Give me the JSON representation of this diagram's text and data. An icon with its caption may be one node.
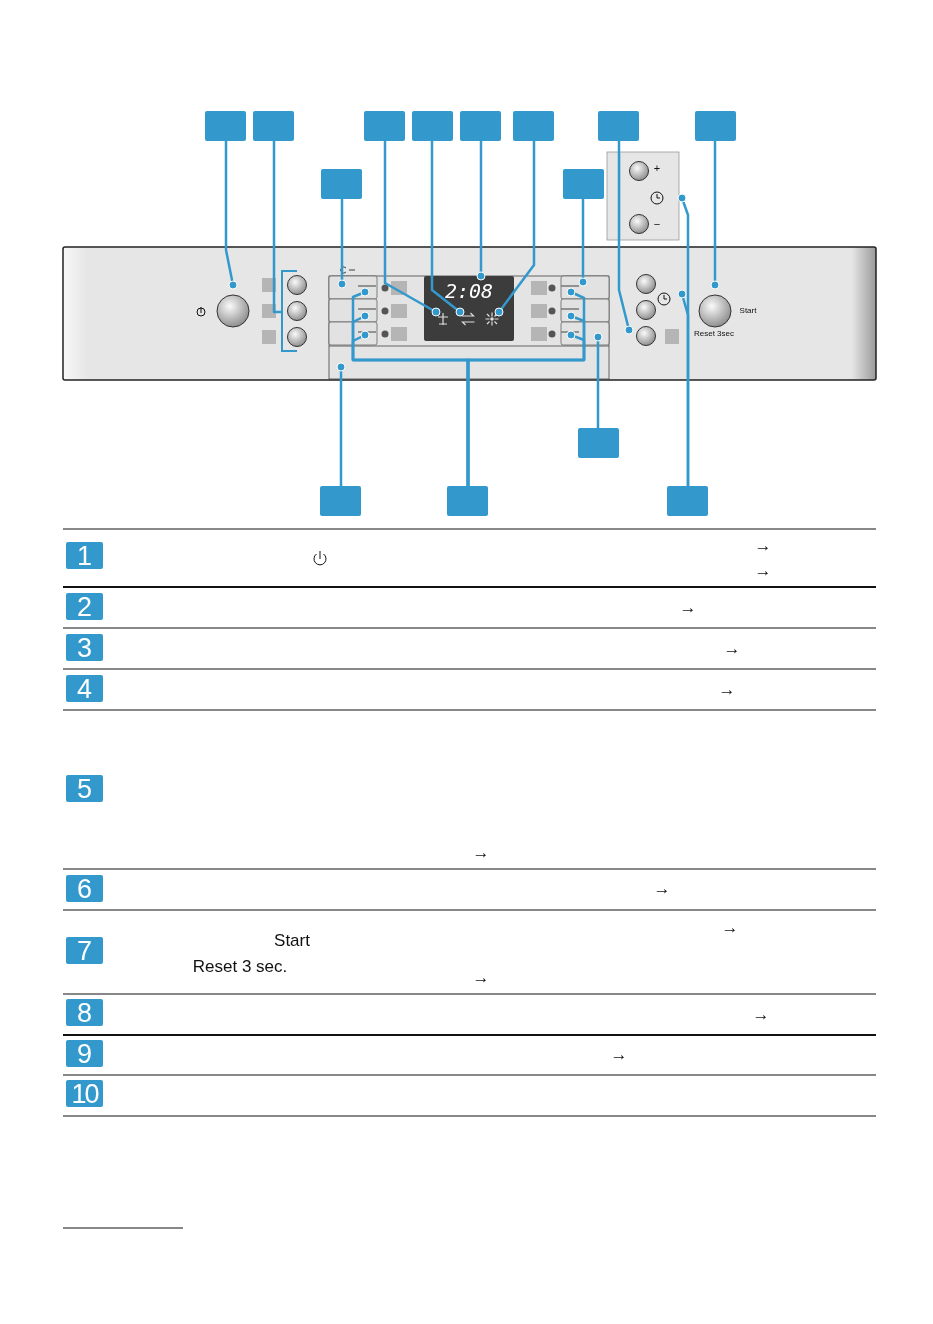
{
  "diagram": {
    "nodes": [
      {
        "text": [],
        "shape": "box"
      },
      {
        "text": [],
        "shape": "box"
      },
      {
        "text": [],
        "shape": "box"
      },
      {
        "text": [],
        "shape": "box"
      },
      {
        "text": [],
        "shape": "box"
      },
      {
        "text": [],
        "shape": "box"
      },
      {
        "text": [],
        "shape": "box"
      },
      {
        "text": [],
        "shape": "box"
      },
      {
        "text": [],
        "shape": "box"
      },
      {
        "text": [],
        "shape": "box"
      },
      {
        "text": [],
        "shape": "box"
      },
      {
        "text": [],
        "shape": "box"
      },
      {
        "text": [],
        "shape": "box"
      },
      {
        "text": [],
        "shape": "box"
      },
      {
        "text": [
          "1"
        ]
      },
      {
        "text": [
          "2"
        ]
      },
      {
        "text": [
          "3"
        ]
      },
      {
        "text": [
          "4"
        ]
      },
      {
        "text": [
          "5"
        ]
      },
      {
        "text": [
          "6"
        ]
      },
      {
        "text": [
          "7"
        ]
      },
      {
        "text": [
          "8"
        ]
      },
      {
        "text": [
          "9"
        ]
      },
      {
        "text": [
          "10"
        ]
      },
      {
        "text": [],
        "shape": "bracket"
      },
      {
        "text": [
          "2:08"
        ]
      },
      {
        "text": [],
        "shape": "picture",
        "in": 25
      },
      {
        "text": [],
        "shape": "picture",
        "in": 25
      },
      {
        "text": [],
        "shape": "sun",
        "in": 25
      }
    ],
    "edges": [
      {
        "from": 0,
        "to": null,
        "arrow": "other"
      },
      {
        "from": 1,
        "to": 24,
        "arrow": "none"
      },
      {
        "from": 2,
        "to": 26,
        "arrow": "other"
      },
      {
        "from": 3,
        "to": 27,
        "arrow": "other"
      },
      {
        "from": 4,
        "to": 25,
        "arrow": "other"
      },
      {
        "from": 5,
        "to": 28,
        "arrow": "other"
      },
      {
        "from": 6,
        "to": null,
        "arrow": "other"
      },
      {
        "from": 7,
        "to": null,
        "arrow": "other"
      },
      {
        "from": 8,
        "to": null,
        "arrow": "other"
      },
      {
        "from": 9,
        "to": null,
        "arrow": "other"
      },
      {
        "from": 10,
        "to": null,
        "arrow": "other"
      },
      {
        "from": 11,
        "to": null,
        "arrow": "other"
      },
      {
        "from": 12,
        "to": null,
        "arrow": "other"
      },
      {
        "from": 12,
        "to": null,
        "arrow": "other"
      },
      {
        "from": 12,
        "to": null,
        "arrow": "other"
      },
      {
        "from": 12,
        "to": null,
        "arrow": "other"
      },
      {
        "from": 12,
        "to": null,
        "arrow": "other"
      },
      {
        "from": 12,
        "to": null,
        "arrow": "other"
      },
      {
        "from": 13,
        "to": null,
        "arrow": "other"
      },
      {
        "from": 13,
        "to": null,
        "arrow": "other"
      }
    ],
    "labels": [
      "+",
      "−",
      "Start",
      "Reset 3sec",
      "→",
      "→",
      "→",
      "→",
      "→",
      "→",
      "→",
      "→",
      "Start",
      "Reset 3 sec.",
      "→",
      "→",
      "→"
    ]
  }
}
